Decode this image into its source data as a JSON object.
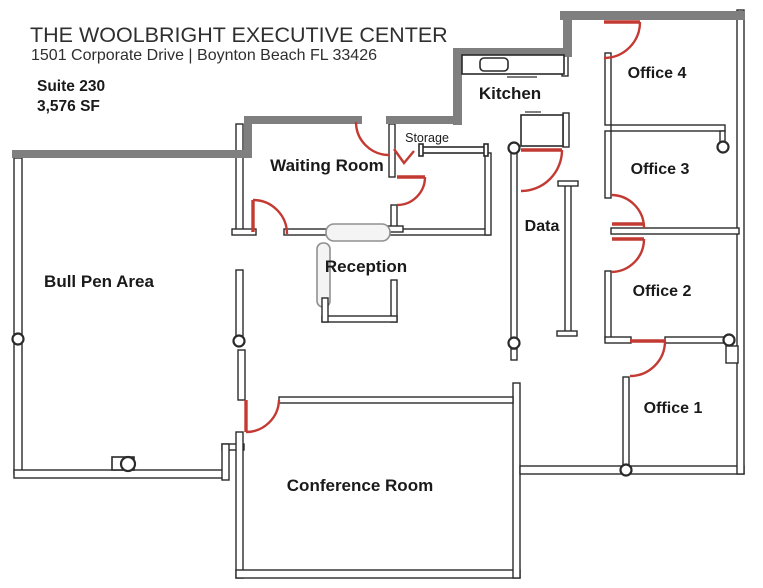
{
  "header": {
    "building_name": "THE WOOLBRIGHT EXECUTIVE CENTER",
    "address": "1501 Corporate Drive | Boynton Beach FL 33426",
    "suite": "Suite 230",
    "area": "3,576 SF"
  },
  "rooms": {
    "bull_pen": {
      "label": "Bull Pen Area"
    },
    "waiting": {
      "label": "Waiting Room"
    },
    "reception": {
      "label": "Reception"
    },
    "storage": {
      "label": "Storage"
    },
    "kitchen": {
      "label": "Kitchen"
    },
    "data": {
      "label": "Data"
    },
    "office4": {
      "label": "Office 4"
    },
    "office3": {
      "label": "Office 3"
    },
    "office2": {
      "label": "Office 2"
    },
    "office1": {
      "label": "Office 1"
    },
    "conference": {
      "label": "Conference Room"
    }
  },
  "colors": {
    "background": "#ffffff",
    "wall_exterior": "#7f7f7f",
    "wall_interior": "#2a2a2a",
    "door": "#c33a32",
    "text": "#1a1a1a"
  }
}
